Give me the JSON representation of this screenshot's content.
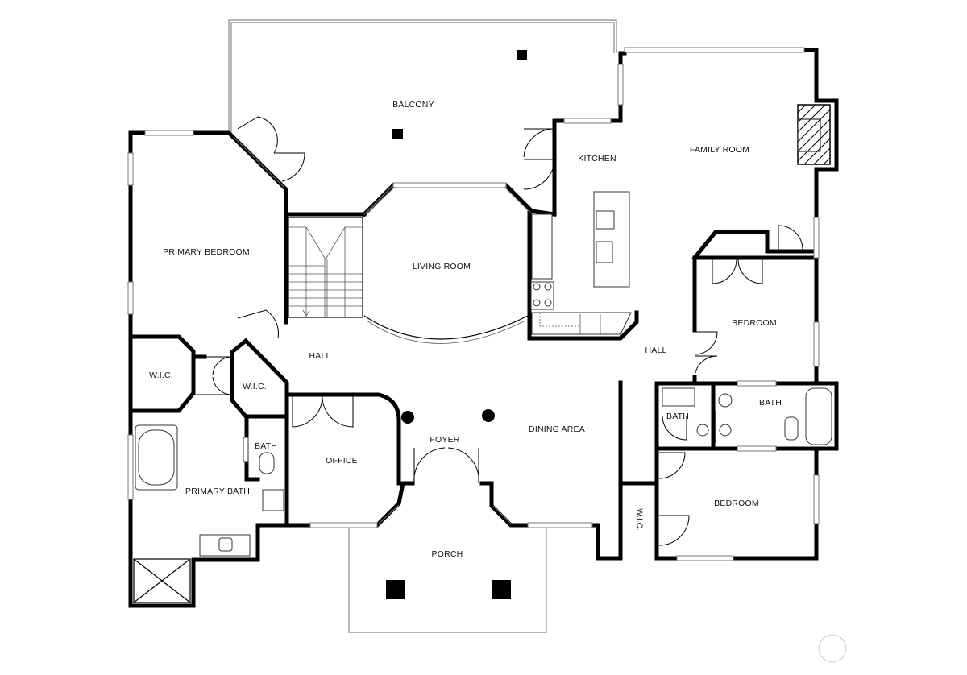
{
  "rooms": {
    "balcony": "BALCONY",
    "kitchen": "KITCHEN",
    "family_room": "FAMILY ROOM",
    "primary_bedroom": "PRIMARY BEDROOM",
    "living_room": "LIVING ROOM",
    "bedroom_east": "BEDROOM",
    "hall_west": "HALL",
    "hall_east": "HALL",
    "wic_west": "W.I.C.",
    "wic_center": "W.I.C.",
    "bath_east_small": "BATH",
    "bath_east": "BATH",
    "bath_west": "BATH",
    "foyer": "FOYER",
    "dining_area": "DINING AREA",
    "office": "OFFICE",
    "primary_bath": "PRIMARY BATH",
    "wic_east": "W.I.C.",
    "bedroom_southeast": "BEDROOM",
    "porch": "PORCH"
  },
  "colors": {
    "wall": "#000000",
    "background": "#ffffff"
  }
}
